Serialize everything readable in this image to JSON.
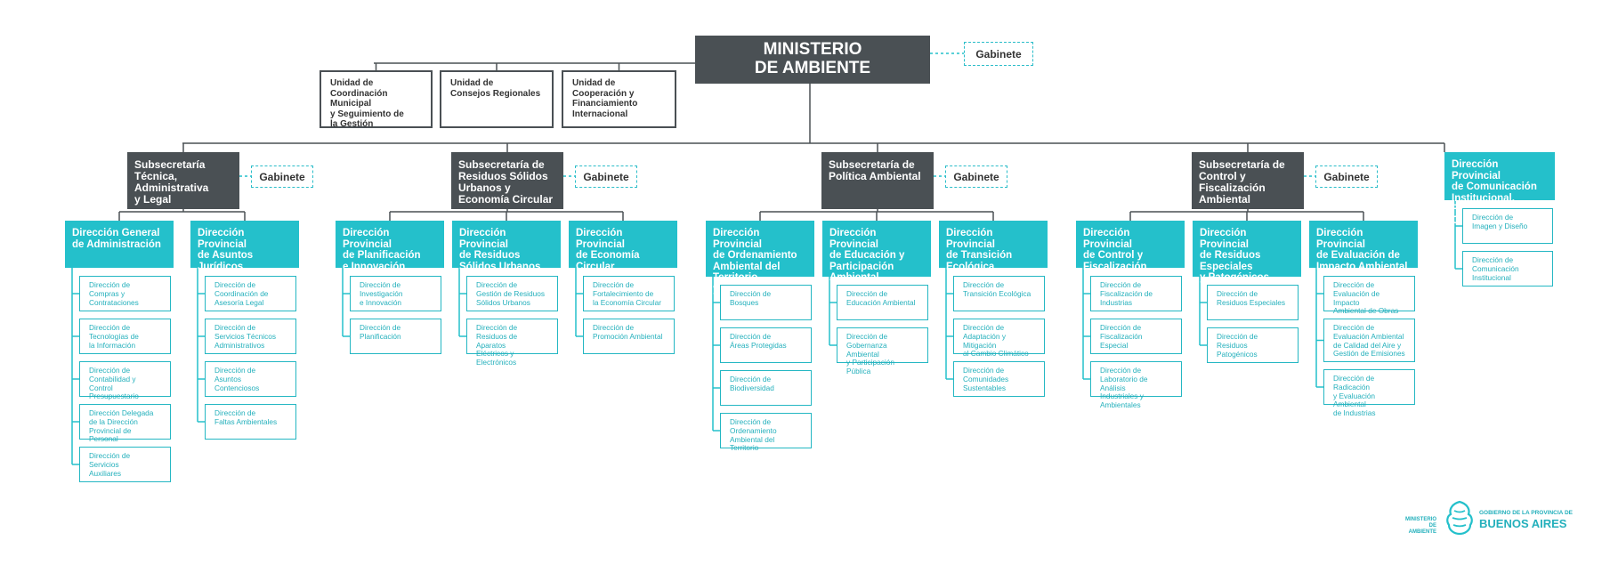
{
  "root": "MINISTERIO\nDE AMBIENTE",
  "gabinete": "Gabinete",
  "units": [
    "Unidad de\nCoordinación Municipal\ny Seguimiento de\nla Gestión",
    "Unidad de\nConsejos Regionales",
    "Unidad de\nCooperación y\nFinanciamiento\nInternacional"
  ],
  "subsecretarias": [
    "Subsecretaría\nTécnica,\nAdministrativa\ny Legal",
    "Subsecretaría de\nResiduos Sólidos\nUrbanos y\nEconomía Circular",
    "Subsecretaría de\nPolítica Ambiental",
    "Subsecretaría de\nControl y\nFiscalización\nAmbiental"
  ],
  "comunicacion": {
    "title": "Dirección Provincial\nde Comunicación\nInstitucional,\nPrensa y Ceremonial",
    "children": [
      "Dirección de\nImagen y Diseño",
      "Dirección de\nComunicación\nInstitucional"
    ]
  },
  "direcciones": [
    {
      "title": "Dirección General\nde Administración",
      "children": [
        "Dirección de\nCompras y\nContrataciones",
        "Dirección de\nTecnologías de\nla Información",
        "Dirección de\nContabilidad y\nControl Presupuestario",
        "Dirección Delegada\nde la Dirección\nProvincial de Personal",
        "Dirección de\nServicios\nAuxiliares"
      ]
    },
    {
      "title": "Dirección Provincial\nde Asuntos\nJurídicos",
      "children": [
        "Dirección de\nCoordinación de\nAsesoría Legal",
        "Dirección de\nServicios Técnicos\nAdministrativos",
        "Dirección de\nAsuntos Contenciosos",
        "Dirección de\nFaltas Ambientales"
      ]
    },
    {
      "title": "Dirección Provincial\nde Planificación\ne Innovación",
      "children": [
        "Dirección de\nInvestigación\ne Innovación",
        "Dirección de\nPlanificación"
      ]
    },
    {
      "title": "Dirección Provincial\nde Residuos\nSólidos Urbanos",
      "children": [
        "Dirección de\nGestión de Residuos\nSólidos Urbanos",
        "Dirección de\nResiduos de Aparatos\nEléctricos y Electrónicos"
      ]
    },
    {
      "title": "Dirección Provincial\nde Economía\nCircular",
      "children": [
        "Dirección de\nFortalecimiento de\nla Economía Circular",
        "Dirección de\nPromoción Ambiental"
      ]
    },
    {
      "title": "Dirección Provincial\nde Ordenamiento\nAmbiental del Territorio\ny Bienes Comunes",
      "children": [
        "Dirección de\nBosques",
        "Dirección de\nÁreas Protegidas",
        "Dirección de\nBiodiversidad",
        "Dirección de\nOrdenamiento\nAmbiental del Territorio"
      ]
    },
    {
      "title": "Dirección Provincial\nde Educación y\nParticipación\nAmbiental",
      "children": [
        "Dirección de\nEducación Ambiental",
        "Dirección de\nGobernanza Ambiental\ny Participación Pública"
      ]
    },
    {
      "title": "Dirección Provincial\nde Transición\nEcológica",
      "children": [
        "Dirección de\nTransición Ecológica",
        "Dirección de\nAdaptación y Mitigación\nal Cambio Climático",
        "Dirección de\nComunidades\nSustentables"
      ]
    },
    {
      "title": "Dirección Provincial\nde Control y\nFiscalización",
      "children": [
        "Dirección de\nFiscalización de\nIndustrias",
        "Dirección de\nFiscalización Especial",
        "Dirección de\nLaboratorio de Análisis\nIndustriales y Ambientales"
      ]
    },
    {
      "title": "Dirección Provincial\nde Residuos\nEspeciales\ny Patogénicos",
      "children": [
        "Dirección de\nResiduos Especiales",
        "Dirección de\nResiduos Patogénicos"
      ]
    },
    {
      "title": "Dirección Provincial\nde Evaluación de\nImpacto Ambiental",
      "children": [
        "Dirección de\nEvaluación de Impacto\nAmbiental de Obras",
        "Dirección de\nEvaluación Ambiental\nde Calidad del Aire y\nGestión de Emisiones",
        "Dirección de Radicación\ny Evaluación Ambiental\nde Industrias"
      ]
    }
  ],
  "branding": {
    "ministerio": "MINISTERIO DE\nAMBIENTE",
    "gobierno": "GOBIERNO DE LA PROVINCIA DE",
    "provincia": "BUENOS AIRES"
  },
  "colors": {
    "dark": "#4a5054",
    "teal": "#24c0cb",
    "teal_text": "#24b0bc"
  }
}
